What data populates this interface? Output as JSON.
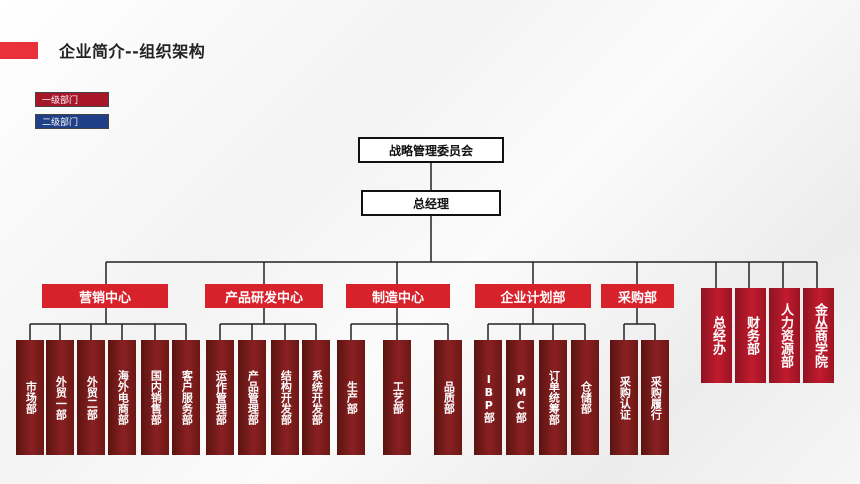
{
  "page": {
    "title": "企业简介--组织架构"
  },
  "legend": {
    "level1": "一级部门",
    "level2": "二级部门"
  },
  "colors": {
    "accent": "#e8313a",
    "level1": "#a8162a",
    "level2": "#1f3f86",
    "center": "#d7212b",
    "dept": "#7a1c1c"
  },
  "top": {
    "committee": "战略管理委员会",
    "gm": "总经理"
  },
  "centers": [
    "营销中心",
    "产品研发中心",
    "制造中心",
    "企业计划部",
    "采购部"
  ],
  "departments": {
    "marketing": [
      "市场部",
      "外贸一部",
      "外贸二部",
      "海外电商部",
      "国内销售部",
      "客户服务部"
    ],
    "rnd": [
      "运作管理部",
      "产品管理部",
      "结构开发部",
      "系统开发部"
    ],
    "manufacturing": [
      "生产部",
      "工艺部",
      "品质部"
    ],
    "planning": [
      "IBP部",
      "PMC部",
      "订单统筹部",
      "仓储部"
    ],
    "purchasing": [
      "采购认证",
      "采购履行"
    ],
    "direct": [
      "总经办",
      "财务部",
      "人力资源部",
      "金丛商学院"
    ]
  }
}
